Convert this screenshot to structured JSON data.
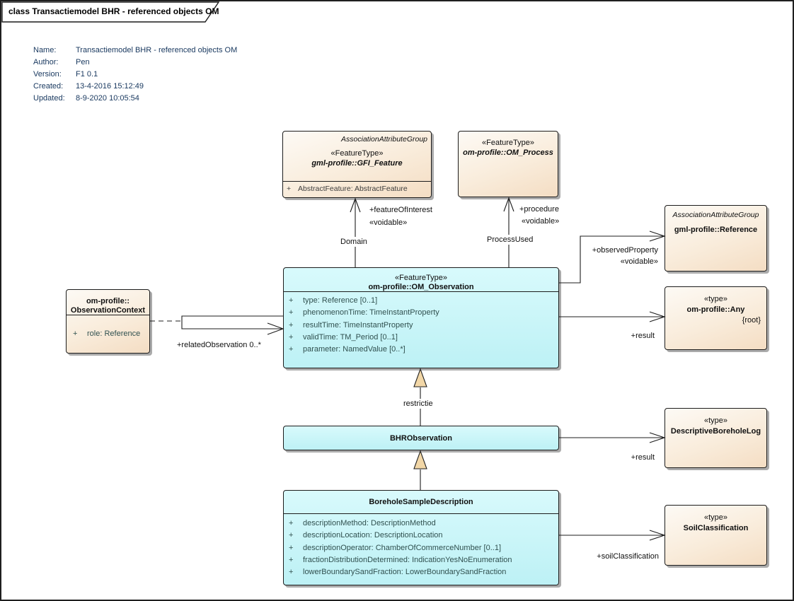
{
  "frame": {
    "title": "class Transactiemodel BHR - referenced objects OM"
  },
  "info": {
    "rows": [
      {
        "label": "Name:",
        "value": "Transactiemodel BHR - referenced objects OM"
      },
      {
        "label": "Author:",
        "value": "Pen"
      },
      {
        "label": "Version:",
        "value": "F1 0.1"
      },
      {
        "label": "Created:",
        "value": "13-4-2016 15:12:49"
      },
      {
        "label": "Updated:",
        "value": "8-9-2020 10:05:54"
      }
    ]
  },
  "classes": {
    "gfi_feature": {
      "header_note": "AssociationAttributeGroup",
      "stereotype": "«FeatureType»",
      "name": "gml-profile::GFI_Feature",
      "attributes": [
        {
          "vis": "+",
          "text": "AbstractFeature: AbstractFeature"
        }
      ]
    },
    "om_process": {
      "stereotype": "«FeatureType»",
      "name": "om-profile::OM_Process"
    },
    "reference": {
      "header_note": "AssociationAttributeGroup",
      "name": "gml-profile::Reference"
    },
    "any": {
      "stereotype": "«type»",
      "name": "om-profile::Any",
      "tag": "{root}"
    },
    "observation_context": {
      "name_line1": "om-profile::",
      "name_line2": "ObservationContext",
      "attributes": [
        {
          "vis": "+",
          "text": "role: Reference"
        }
      ]
    },
    "om_observation": {
      "stereotype": "«FeatureType»",
      "name": "om-profile::OM_Observation",
      "attributes": [
        {
          "vis": "+",
          "text": "type: Reference [0..1]"
        },
        {
          "vis": "+",
          "text": "phenomenonTime: TimeInstantProperty"
        },
        {
          "vis": "+",
          "text": "resultTime: TimeInstantProperty"
        },
        {
          "vis": "+",
          "text": "validTime: TM_Period [0..1]"
        },
        {
          "vis": "+",
          "text": "parameter: NamedValue [0..*]"
        }
      ]
    },
    "bhr_observation": {
      "name": "BHRObservation"
    },
    "borehole_sample_description": {
      "name": "BoreholeSampleDescription",
      "attributes": [
        {
          "vis": "+",
          "text": "descriptionMethod: DescriptionMethod"
        },
        {
          "vis": "+",
          "text": "descriptionLocation: DescriptionLocation"
        },
        {
          "vis": "+",
          "text": "descriptionOperator: ChamberOfCommerceNumber [0..1]"
        },
        {
          "vis": "+",
          "text": "fractionDistributionDetermined: IndicationYesNoEnumeration"
        },
        {
          "vis": "+",
          "text": "lowerBoundarySandFraction: LowerBoundarySandFraction"
        }
      ]
    },
    "descriptive_borehole_log": {
      "stereotype": "«type»",
      "name": "DescriptiveBoreholeLog"
    },
    "soil_classification": {
      "stereotype": "«type»",
      "name": "SoilClassification"
    }
  },
  "connectors": {
    "feature_of_interest": {
      "role": "+featureOfInterest",
      "stereotype": "«voidable»",
      "name": "Domain"
    },
    "procedure": {
      "role": "+procedure",
      "stereotype": "«voidable»",
      "name": "ProcessUsed"
    },
    "observed_property": {
      "role": "+observedProperty",
      "stereotype": "«voidable»"
    },
    "result_any": {
      "role": "+result"
    },
    "related_observation": {
      "role": "+relatedObservation 0..*"
    },
    "restrictie": {
      "name": "restrictie"
    },
    "result_log": {
      "role": "+result"
    },
    "soil_classification": {
      "role": "+soilClassification"
    }
  },
  "colors": {
    "class_fill_cyan": "#c2f4f6",
    "class_fill_cream": "#f8ead9",
    "generalization_arrow_fill": "#f2d7a7",
    "info_text": "#17375e",
    "line": "#1c1c1c",
    "background": "#ffffff"
  }
}
